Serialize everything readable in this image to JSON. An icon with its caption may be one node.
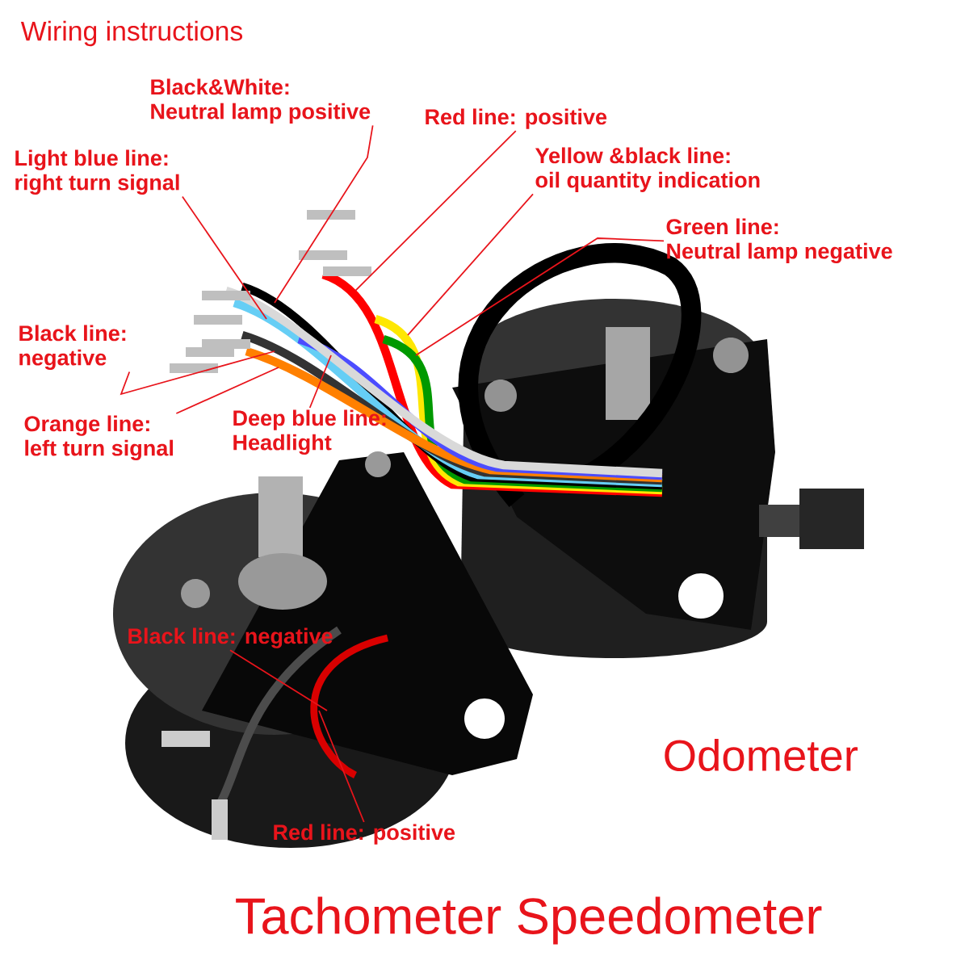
{
  "diagram": {
    "title": "Wiring instructions",
    "nodes": [
      {
        "text": [
          "Black&White:",
          "Neutral lamp positive"
        ]
      },
      {
        "text": [
          "Red line: positive"
        ]
      },
      {
        "text": [
          "Light blue line:",
          "right turn signal"
        ]
      },
      {
        "text": [
          "Yellow &black line:",
          "oil quantity indication"
        ]
      },
      {
        "text": [
          "Green line:",
          "Neutral lamp negative"
        ]
      },
      {
        "text": [
          "Black line:",
          "negative"
        ]
      },
      {
        "text": [
          "Orange line:",
          "left turn signal"
        ]
      },
      {
        "text": [
          "Deep blue line:",
          "Headlight"
        ]
      },
      {
        "text": [
          "Black line: negative"
        ]
      },
      {
        "text": [
          "Red line: positive"
        ]
      }
    ],
    "edges": [
      {
        "from": 0,
        "to": null,
        "arrow": "none"
      },
      {
        "from": 1,
        "to": null,
        "arrow": "none"
      },
      {
        "from": 2,
        "to": null,
        "arrow": "none"
      },
      {
        "from": 3,
        "to": null,
        "arrow": "none"
      },
      {
        "from": 4,
        "to": null,
        "arrow": "none"
      },
      {
        "from": 5,
        "to": null,
        "arrow": "none"
      },
      {
        "from": 6,
        "to": null,
        "arrow": "none"
      },
      {
        "from": 7,
        "to": null,
        "arrow": "none"
      },
      {
        "from": 8,
        "to": null,
        "arrow": "none"
      },
      {
        "from": 9,
        "to": null,
        "arrow": "none"
      }
    ],
    "labels": [
      "Odometer",
      "Tachometer Speedometer"
    ]
  }
}
